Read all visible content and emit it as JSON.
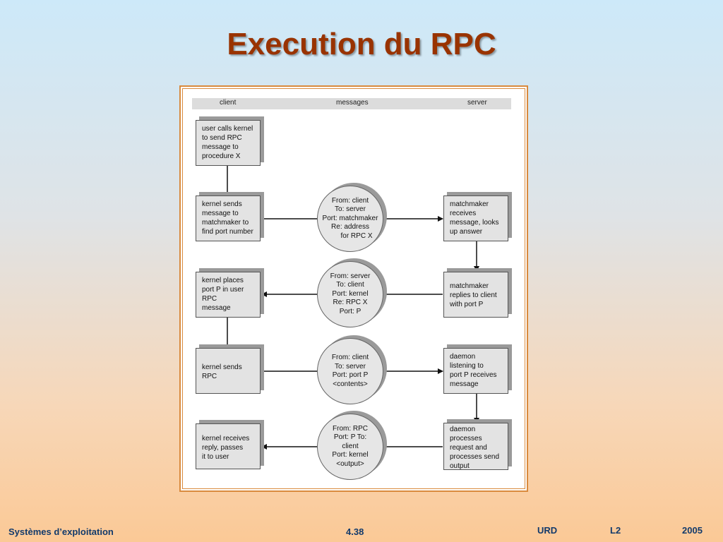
{
  "slide": {
    "title": "Execution du RPC"
  },
  "diagram": {
    "columns": {
      "client": "client",
      "messages": "messages",
      "server": "server"
    },
    "client_boxes": [
      [
        "user calls kernel",
        "to send RPC",
        "message to",
        "procedure X"
      ],
      [
        "kernel sends",
        "message to",
        "matchmaker to",
        "find port number"
      ],
      [
        "kernel places",
        "port P in user",
        "RPC",
        "message"
      ],
      [
        "kernel sends",
        "RPC"
      ],
      [
        "kernel receives",
        "reply, passes",
        " it to user"
      ]
    ],
    "messages": [
      [
        "From: client",
        "To: server",
        "Port: matchmaker",
        "Re: address",
        "for RPC X"
      ],
      [
        "From: server",
        "To: client",
        "Port: kernel",
        "Re: RPC X",
        "Port: P"
      ],
      [
        "From: client",
        "To: server",
        "Port: port P",
        "<contents>"
      ],
      [
        "From: RPC",
        "Port: P To:",
        "client",
        "Port: kernel",
        "<output>"
      ]
    ],
    "server_boxes": [
      [
        "matchmaker",
        "receives",
        "message, looks",
        "up answer"
      ],
      [
        "matchmaker",
        "replies to client",
        "with port P"
      ],
      [
        "daemon",
        "listening to",
        "port P receives",
        "message"
      ],
      [
        "daemon",
        "processes",
        "request and",
        "processes send",
        "output"
      ]
    ]
  },
  "footer": {
    "course": "Systèmes d’exploitation",
    "page": "4.38",
    "institution": "URD",
    "level": "L2",
    "year": "2005"
  }
}
